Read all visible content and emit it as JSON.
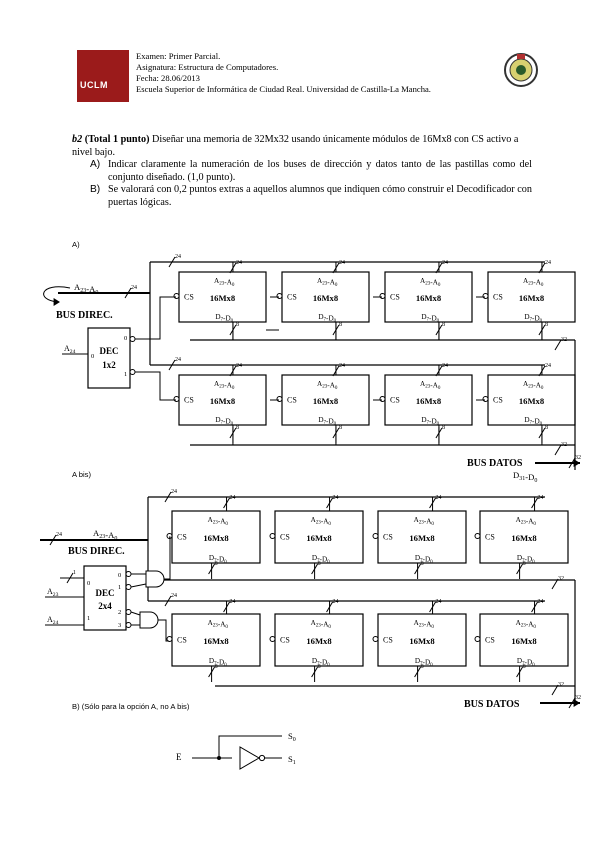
{
  "header": {
    "logo_text": "UCLM",
    "lines": [
      "Examen: Primer Parcial.",
      "Asignatura: Estructura de Computadores.",
      "Fecha: 28.06/2013",
      "Escuela Superior de Informática de Ciudad Real. Universidad de Castilla-La Mancha."
    ]
  },
  "problem": {
    "id": "b2",
    "points": "(Total 1 punto)",
    "statement": "Diseñar una memoria de 32Mx32 usando únicamente módulos de 16Mx8 con CS activo a nivel bajo.",
    "items": [
      {
        "marker": "A)",
        "text": "Indicar claramente la numeración de los buses de dirección y datos tanto de las pastillas como del conjunto diseñado. (1,0 punto)."
      },
      {
        "marker": "B)",
        "text": "Se valorará con 0,2 puntos extras a aquellos alumnos que indiquen cómo construir el Decodificador con puertas lógicas."
      }
    ]
  },
  "sections": {
    "a": "A)",
    "a_bis": "A bis)",
    "b": "B) (Sólo para la opción A, no A bis)"
  },
  "diagram": {
    "chip_name": "16Mx8",
    "chip_addr": "A23-A0",
    "chip_data": "D7-D0",
    "cs": "CS",
    "bus_dir": "BUS DIREC.",
    "bus_datos": "BUS DATOS",
    "addr_bus_label": "A23-A0",
    "data_bus_label": "D31-D0",
    "a24": "A24",
    "a23": "A23",
    "dec1_l1": "DEC",
    "dec1_l2": "1x2",
    "dec2_l1": "DEC",
    "dec2_l2": "2x4",
    "w24": "24",
    "w32": "32",
    "w8": "8",
    "w1": "1",
    "p0": "0",
    "p1": "1",
    "p2": "2",
    "p3": "3",
    "s0": "S0",
    "s1": "S1",
    "e": "E"
  }
}
